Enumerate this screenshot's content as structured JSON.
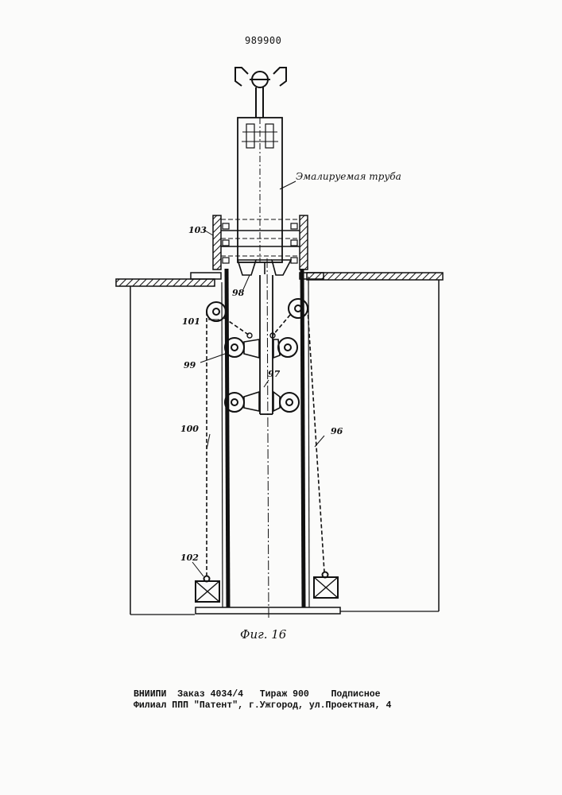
{
  "header": {
    "patent_number": "989900"
  },
  "drawing": {
    "annotation": "Эмалируемая труба",
    "labels": {
      "l103": "103",
      "l98": "98",
      "l101": "101",
      "l99": "99",
      "l97": "97",
      "l100": "100",
      "l96": "96",
      "l102": "102"
    },
    "caption": "Фиг. 16"
  },
  "footer": {
    "line1": "ВНИИПИ  Заказ 4034/4   Тираж 900    Подписное",
    "line2": "Филиал ППП \"Патент\", г.Ужгород, ул.Проектная, 4"
  },
  "colors": {
    "ink": "#111111",
    "paper": "#fbfbfa"
  }
}
